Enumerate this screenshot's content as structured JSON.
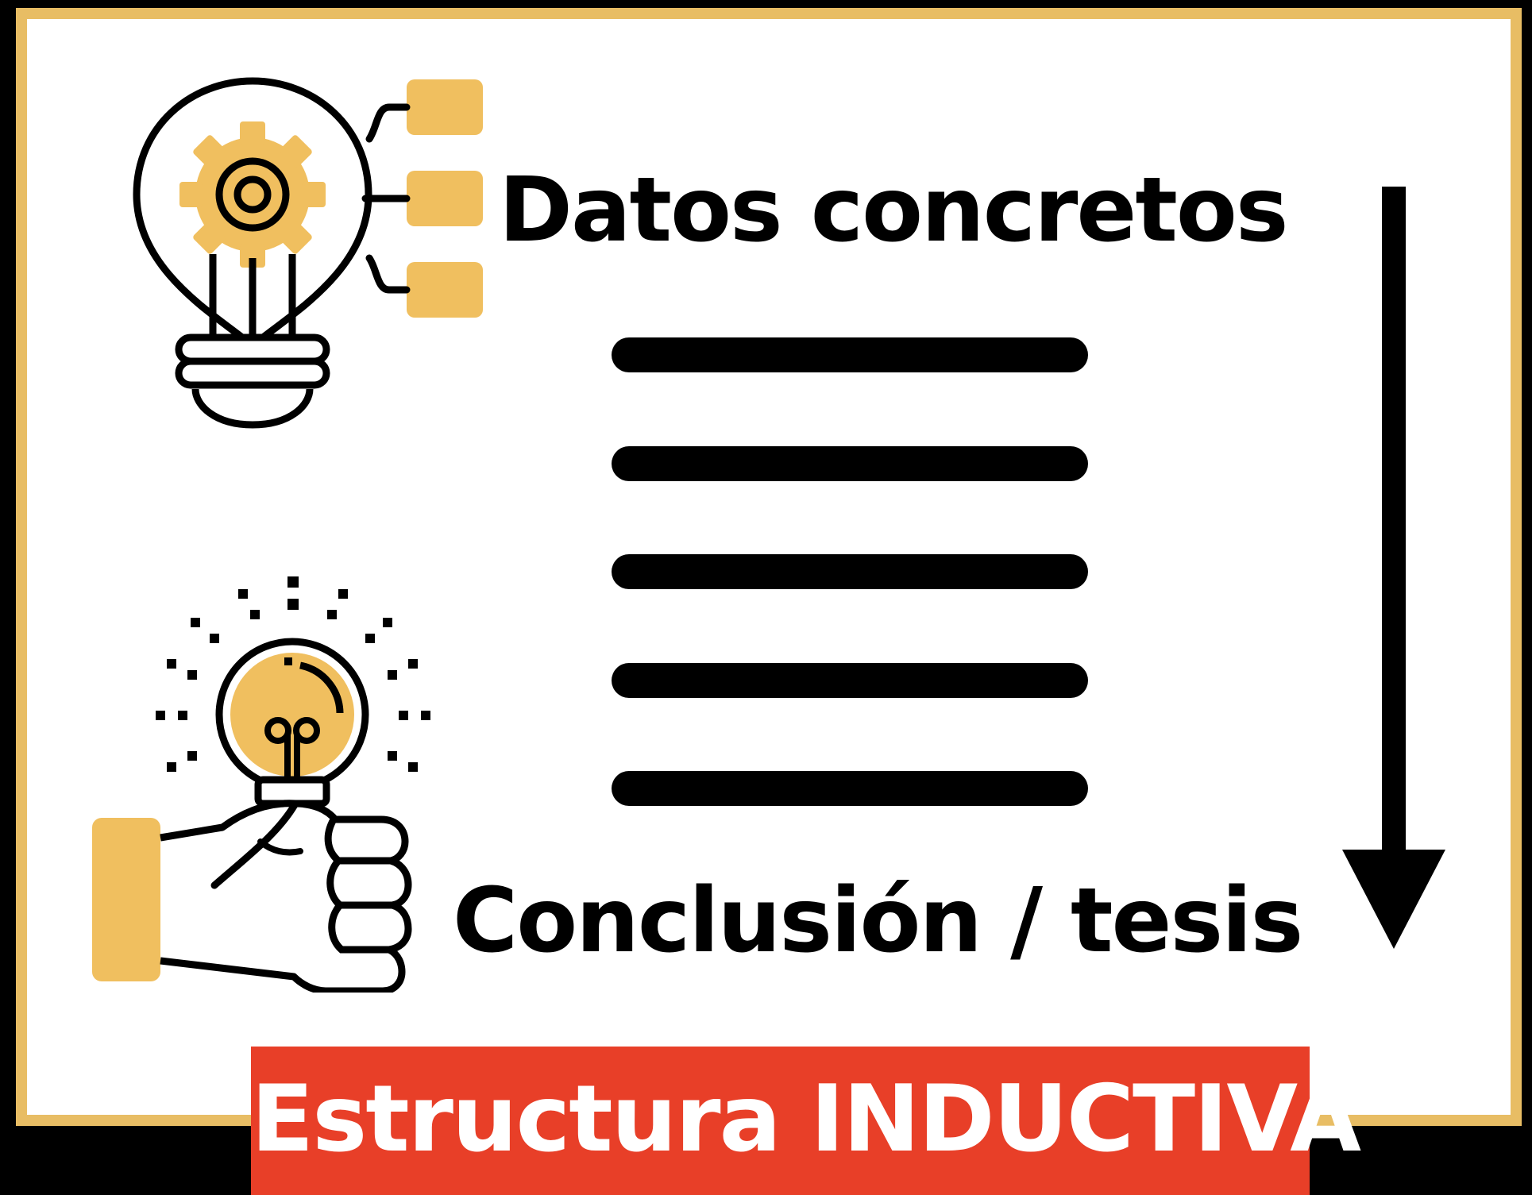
{
  "colors": {
    "background": "#000000",
    "frame_border": "#e8bd64",
    "frame_fill": "#ffffff",
    "accent_yellow": "#f0bf5f",
    "banner": "#e83f28",
    "ink": "#000000",
    "banner_text": "#ffffff"
  },
  "diagram": {
    "top_label": "Datos concretos",
    "bottom_label": "Conclusión / tesis",
    "text_line_count": 5,
    "flow_direction": "down"
  },
  "icons": {
    "top": "lightbulb-gear-icon",
    "bottom": "hand-holding-lightbulb-icon",
    "arrow": "down-arrow-icon"
  },
  "banner": {
    "title": "Estructura INDUCTIVA"
  }
}
